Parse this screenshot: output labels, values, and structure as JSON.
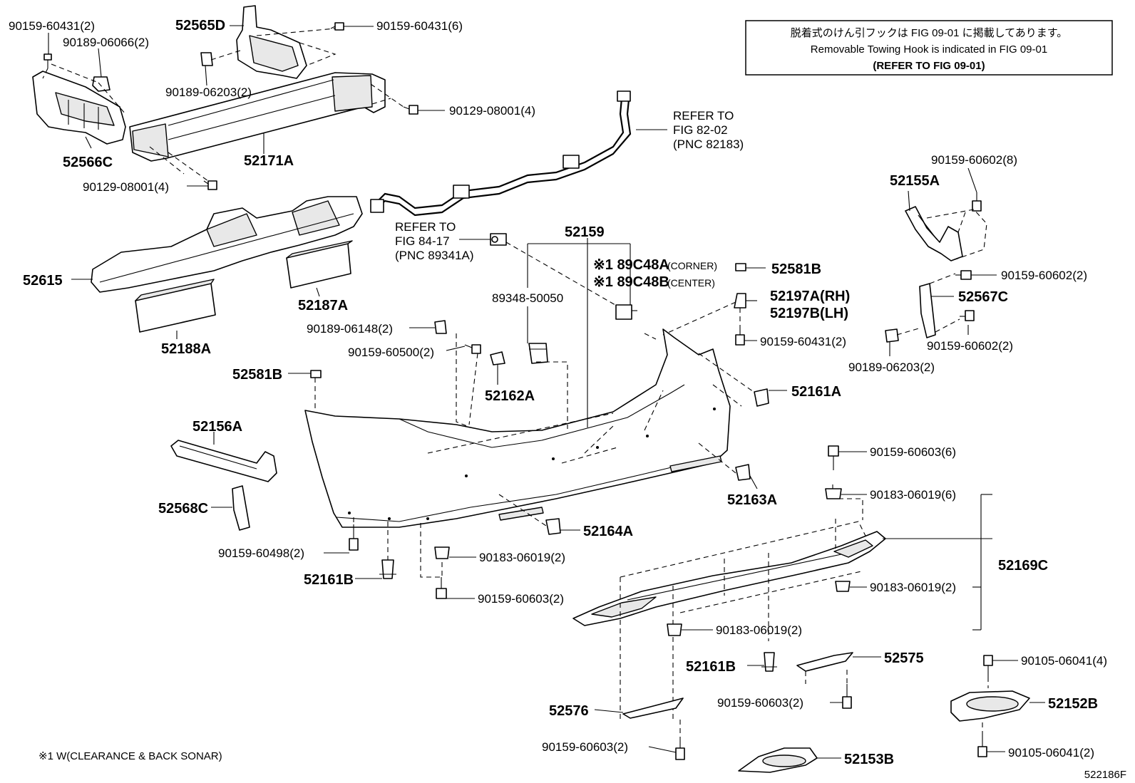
{
  "notice": {
    "line1": "脱着式のけん引フックは FIG 09-01 に掲載してあります。",
    "line2": "Removable Towing Hook is indicated in FIG 09-01",
    "line3": "(REFER TO FIG 09-01)"
  },
  "refs": {
    "harness": {
      "l1": "REFER TO",
      "l2": "FIG 82-02",
      "l3": "(PNC 82183)"
    },
    "sensor": {
      "l1": "REFER TO",
      "l2": "FIG 84-17",
      "l3": "(PNC 89341A)"
    }
  },
  "sonar": {
    "a_code": "※1 89C48A",
    "a_desc": "(CORNER)",
    "b_code": "※1 89C48B",
    "b_desc": "(CENTER)"
  },
  "footnote": "※1 W(CLEARANCE & BACK SONAR)",
  "figure_id": "522186F",
  "labels": {
    "p90159_60431_2_tl": "90159-60431(2)",
    "p90189_06066": "90189-06066(2)",
    "p52565D": "52565D",
    "p90159_60431_6": "90159-60431(6)",
    "p90189_06203_top": "90189-06203(2)",
    "p90129_08001_r": "90129-08001(4)",
    "p52566C": "52566C",
    "p52171A": "52171A",
    "p90129_08001_l": "90129-08001(4)",
    "p52615": "52615",
    "p52187A": "52187A",
    "p52188A": "52188A",
    "p52159": "52159",
    "p89348": "89348-50050",
    "p52581B_r": "52581B",
    "p52197A": "52197A(RH)",
    "p52197B": "52197B(LH)",
    "p90159_60431_2_r": "90159-60431(2)",
    "p90189_06148": "90189-06148(2)",
    "p90159_60500": "90159-60500(2)",
    "p52162A": "52162A",
    "p52581B_l": "52581B",
    "p52161A": "52161A",
    "p90159_60602_8": "90159-60602(8)",
    "p52155A": "52155A",
    "p90159_60602_2a": "90159-60602(2)",
    "p52567C": "52567C",
    "p90159_60602_2b": "90159-60602(2)",
    "p90189_06203_r": "90189-06203(2)",
    "p52156A": "52156A",
    "p52568C": "52568C",
    "p90159_60498": "90159-60498(2)",
    "p52161B_l": "52161B",
    "p90183_06019_l": "90183-06019(2)",
    "p90159_60603_l": "90159-60603(2)",
    "p52164A": "52164A",
    "p52163A": "52163A",
    "p90159_60603_6": "90159-60603(6)",
    "p90183_06019_6": "90183-06019(6)",
    "p52169C": "52169C",
    "p90183_06019_m1": "90183-06019(2)",
    "p90183_06019_m2": "90183-06019(2)",
    "p52161B_m": "52161B",
    "p52575": "52575",
    "p90105_06041_t": "90105-06041(4)",
    "p90159_60603_m": "90159-60603(2)",
    "p52152B": "52152B",
    "p52576": "52576",
    "p90105_06041_b": "90105-06041(2)",
    "p90159_60603_b": "90159-60603(2)",
    "p52153B": "52153B"
  }
}
